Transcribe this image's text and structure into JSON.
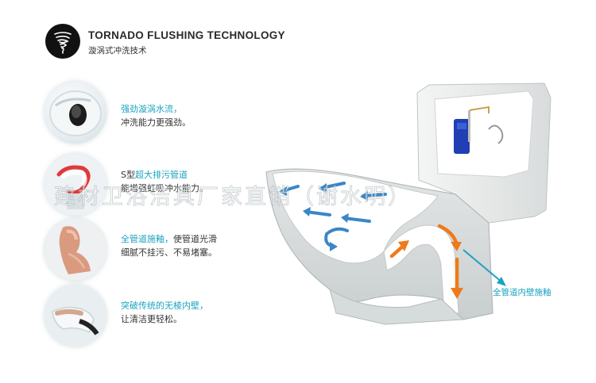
{
  "header": {
    "title": "TORNADO FLUSHING TECHNOLOGY",
    "subtitle": "漩涡式冲洗技术",
    "logo_icon": "tornado-logo-icon"
  },
  "features": [
    {
      "icon": "toilet-bowl-rim-icon",
      "hl": "强劲漩涡水流，",
      "line1_rest": "",
      "line2": "冲洗能力更强劲。"
    },
    {
      "icon": "s-trap-pipe-icon",
      "hl": "超大排污管道",
      "line1_prefix": "S型",
      "line2": "能增强虹吸冲水能力。"
    },
    {
      "icon": "glazed-pipe-icon",
      "hl": "全管道施釉，",
      "line1_rest": "使管道光滑",
      "line2": "细腻不挂污、不易堵塞。"
    },
    {
      "icon": "hand-wiping-icon",
      "hl": "突破传统的无棱内壁，",
      "line1_rest": "",
      "line2": "让清洁更轻松。"
    }
  ],
  "watermark": "建材卫浴洁具厂家直销（谢水明）",
  "diagram": {
    "pipe_label": "全管道内壁施釉",
    "colors": {
      "flow_arrow": "#3a86c8",
      "drain_arrow": "#ef7a1a",
      "label": "#1aa3c0"
    }
  }
}
